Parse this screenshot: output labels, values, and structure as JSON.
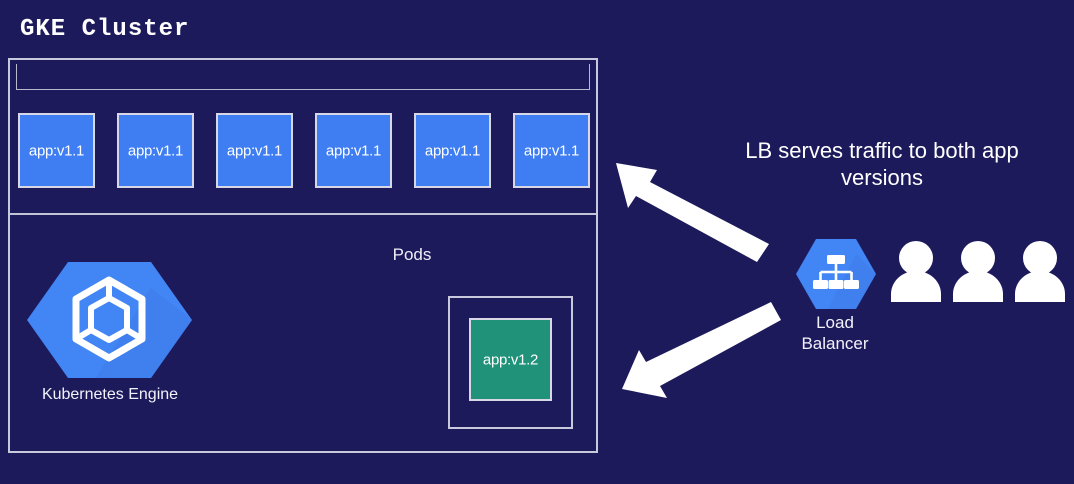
{
  "diagram": {
    "title": "GKE Cluster",
    "background_color": "#1d1a5c",
    "pods_section_label": "Pods",
    "pod_color": "#3f7ef2",
    "pod_v2_color": "#1f9279",
    "border_color": "#c9c9dd"
  },
  "pods": [
    {
      "label": "app:v1.1"
    },
    {
      "label": "app:v1.1"
    },
    {
      "label": "app:v1.1"
    },
    {
      "label": "app:v1.1"
    },
    {
      "label": "app:v1.1"
    },
    {
      "label": "app:v1.1"
    }
  ],
  "canary_pod": {
    "label": "app:v1.2"
  },
  "gke": {
    "caption": "Kubernetes Engine",
    "icon": "kubernetes-engine-hexagon-icon"
  },
  "load_balancer": {
    "caption_line1": "Load",
    "caption_line2": "Balancer",
    "icon": "load-balancer-hexagon-icon"
  },
  "note": {
    "line1": "LB serves traffic to both app",
    "line2": "versions"
  },
  "users": {
    "count": 3,
    "icon": "user-icon"
  },
  "arrows": [
    {
      "name": "arrow-lb-to-v1-pods",
      "direction": "up-left"
    },
    {
      "name": "arrow-lb-to-v2-pod",
      "direction": "down-left"
    }
  ]
}
